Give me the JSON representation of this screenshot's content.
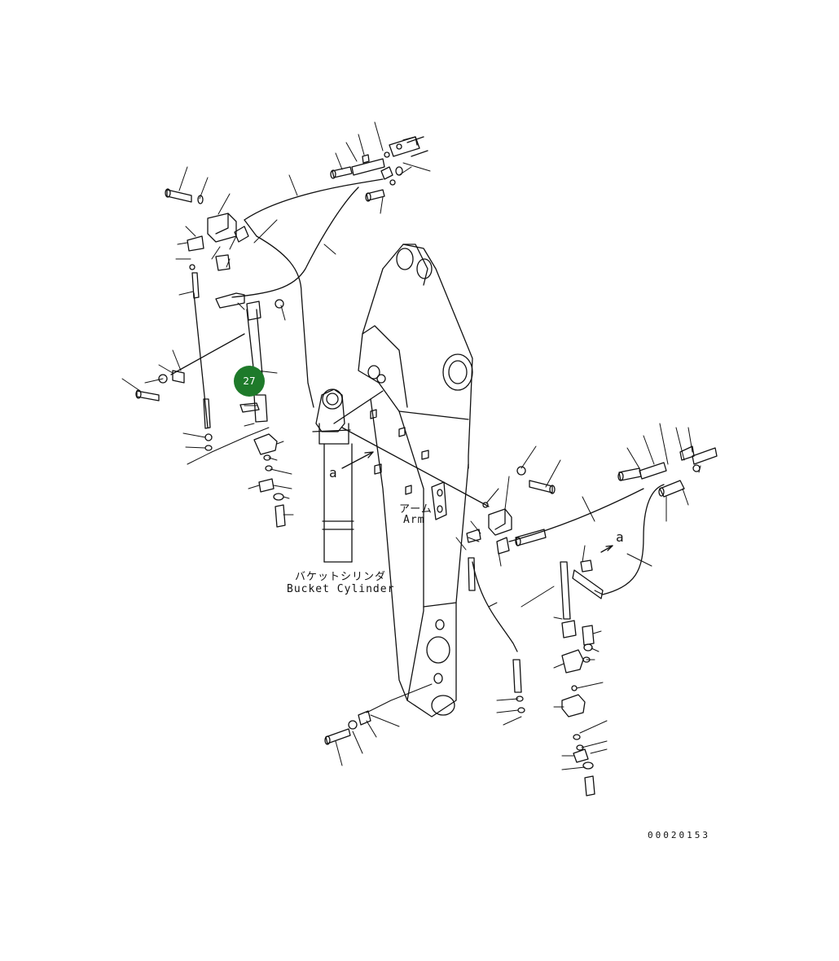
{
  "labels": {
    "bucket_cylinder_jp": "バケットシリンダ",
    "bucket_cylinder_en": "Bucket Cylinder",
    "arm_jp": "アーム",
    "arm_en": "Arm",
    "view_a": "a",
    "view_a_2": "a",
    "drawing_number": "00020153"
  },
  "callout": {
    "number": "27",
    "fill": "#1e7a2a",
    "text_color": "#ffffff"
  },
  "colors": {
    "line": "#111111",
    "background": "#ffffff"
  }
}
